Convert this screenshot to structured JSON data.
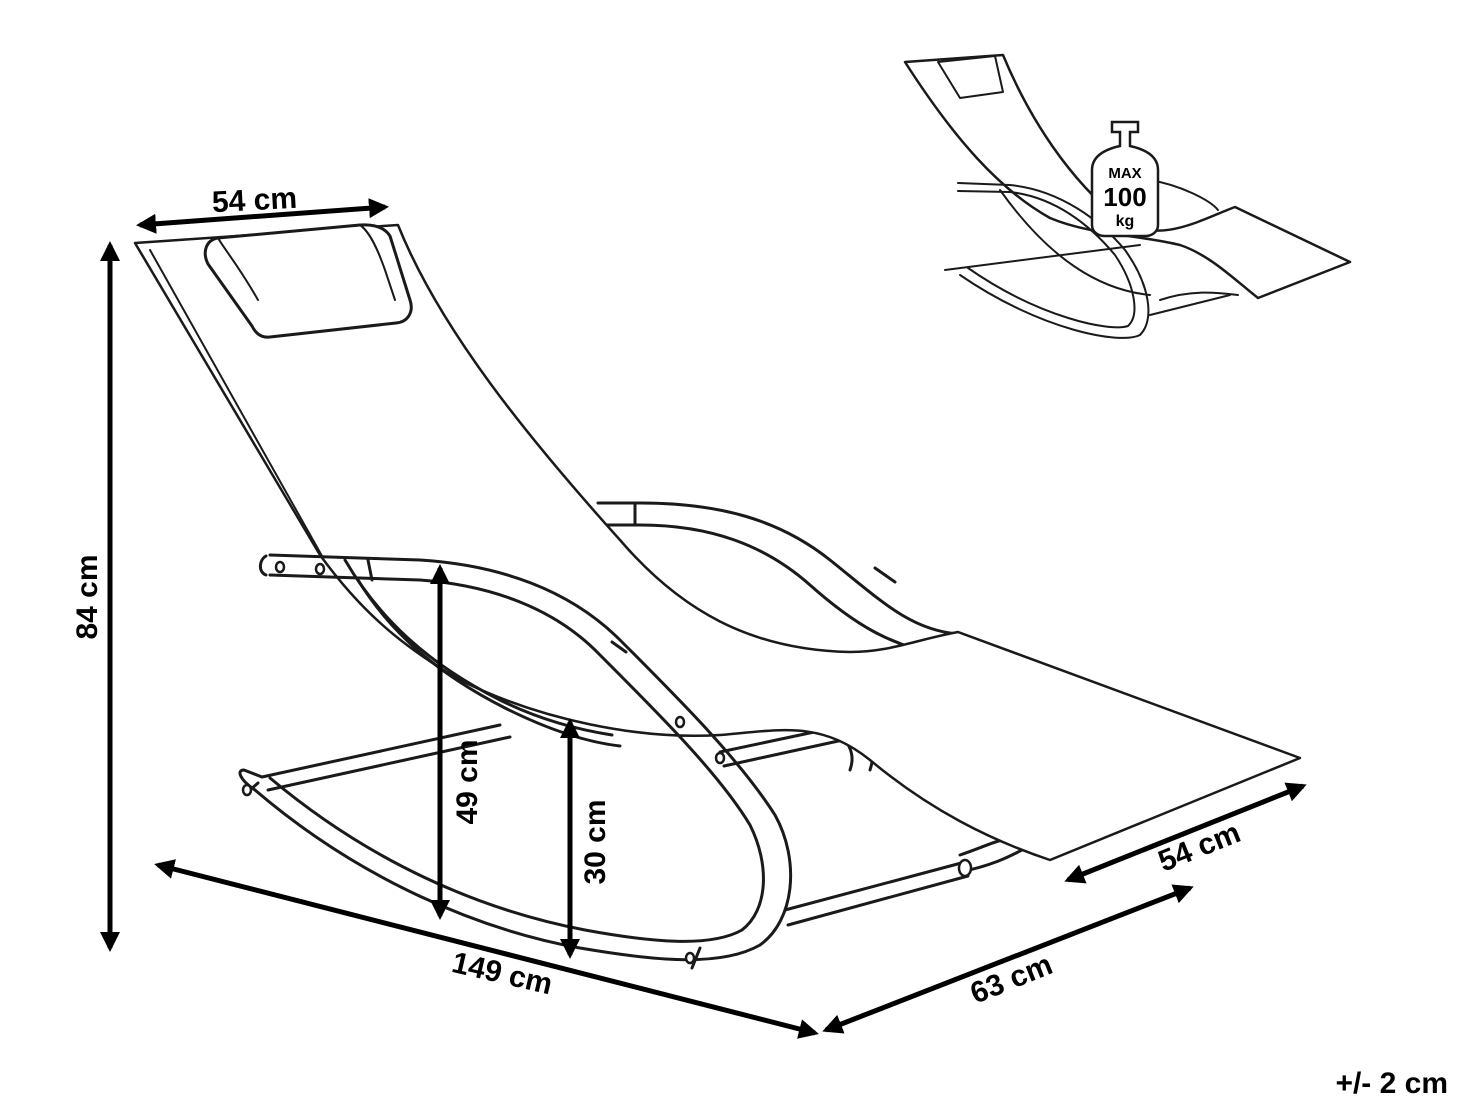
{
  "dimensions": {
    "backrest_width": "54 cm",
    "total_height": "84 cm",
    "armrest_height": "49 cm",
    "seat_height": "30 cm",
    "total_length": "149 cm",
    "total_depth": "63 cm",
    "footrest_width": "54 cm",
    "tolerance": "+/- 2 cm"
  },
  "max_load": {
    "label": "MAX",
    "value": "100",
    "unit": "kg"
  },
  "icons": [
    "rocking-lounger-drawing",
    "rocking-lounger-thumbnail",
    "weight-icon"
  ]
}
